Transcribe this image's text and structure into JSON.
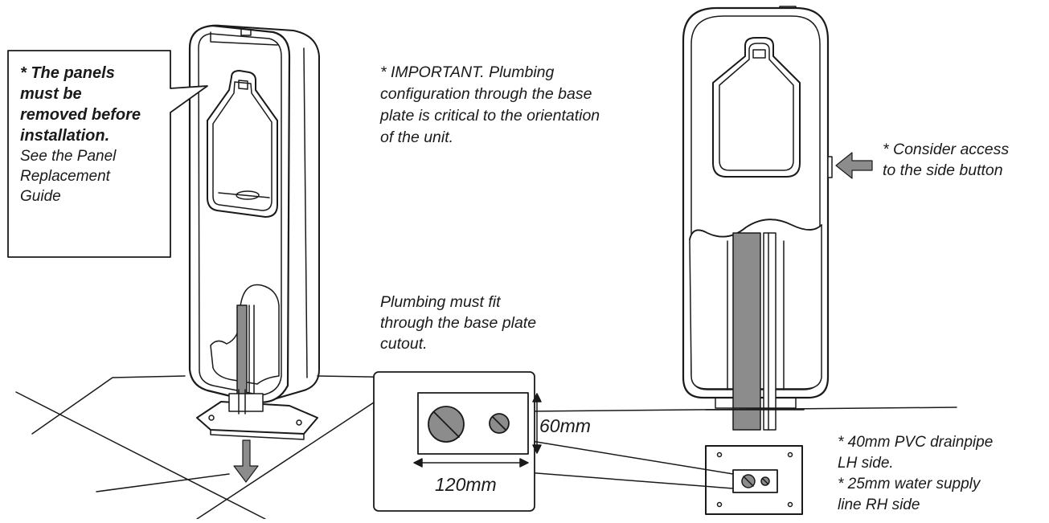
{
  "callout": {
    "bold_lines": [
      "* The panels",
      "must be",
      "removed before",
      "installation."
    ],
    "normal_lines": [
      "See the Panel",
      "Replacement",
      "Guide"
    ]
  },
  "important_note": {
    "lines": [
      "* IMPORTANT. Plumbing",
      "configuration through the base",
      "plate is critical to the orientation",
      "of the unit."
    ]
  },
  "side_note": {
    "lines": [
      "* Consider access",
      "to the side button"
    ]
  },
  "base_plate_note": {
    "lines": [
      "Plumbing must fit",
      "through the base plate",
      "cutout."
    ]
  },
  "cutout": {
    "height_label": "60mm",
    "width_label": "120mm"
  },
  "pipe_note": {
    "lines": [
      "* 40mm PVC drainpipe",
      "LH side.",
      "* 25mm water supply",
      "line RH side"
    ]
  },
  "colors": {
    "line": "#1a1a1a",
    "pipe_fill": "#8c8c8c",
    "arrow_fill": "#8c8c8c",
    "background": "#ffffff"
  }
}
